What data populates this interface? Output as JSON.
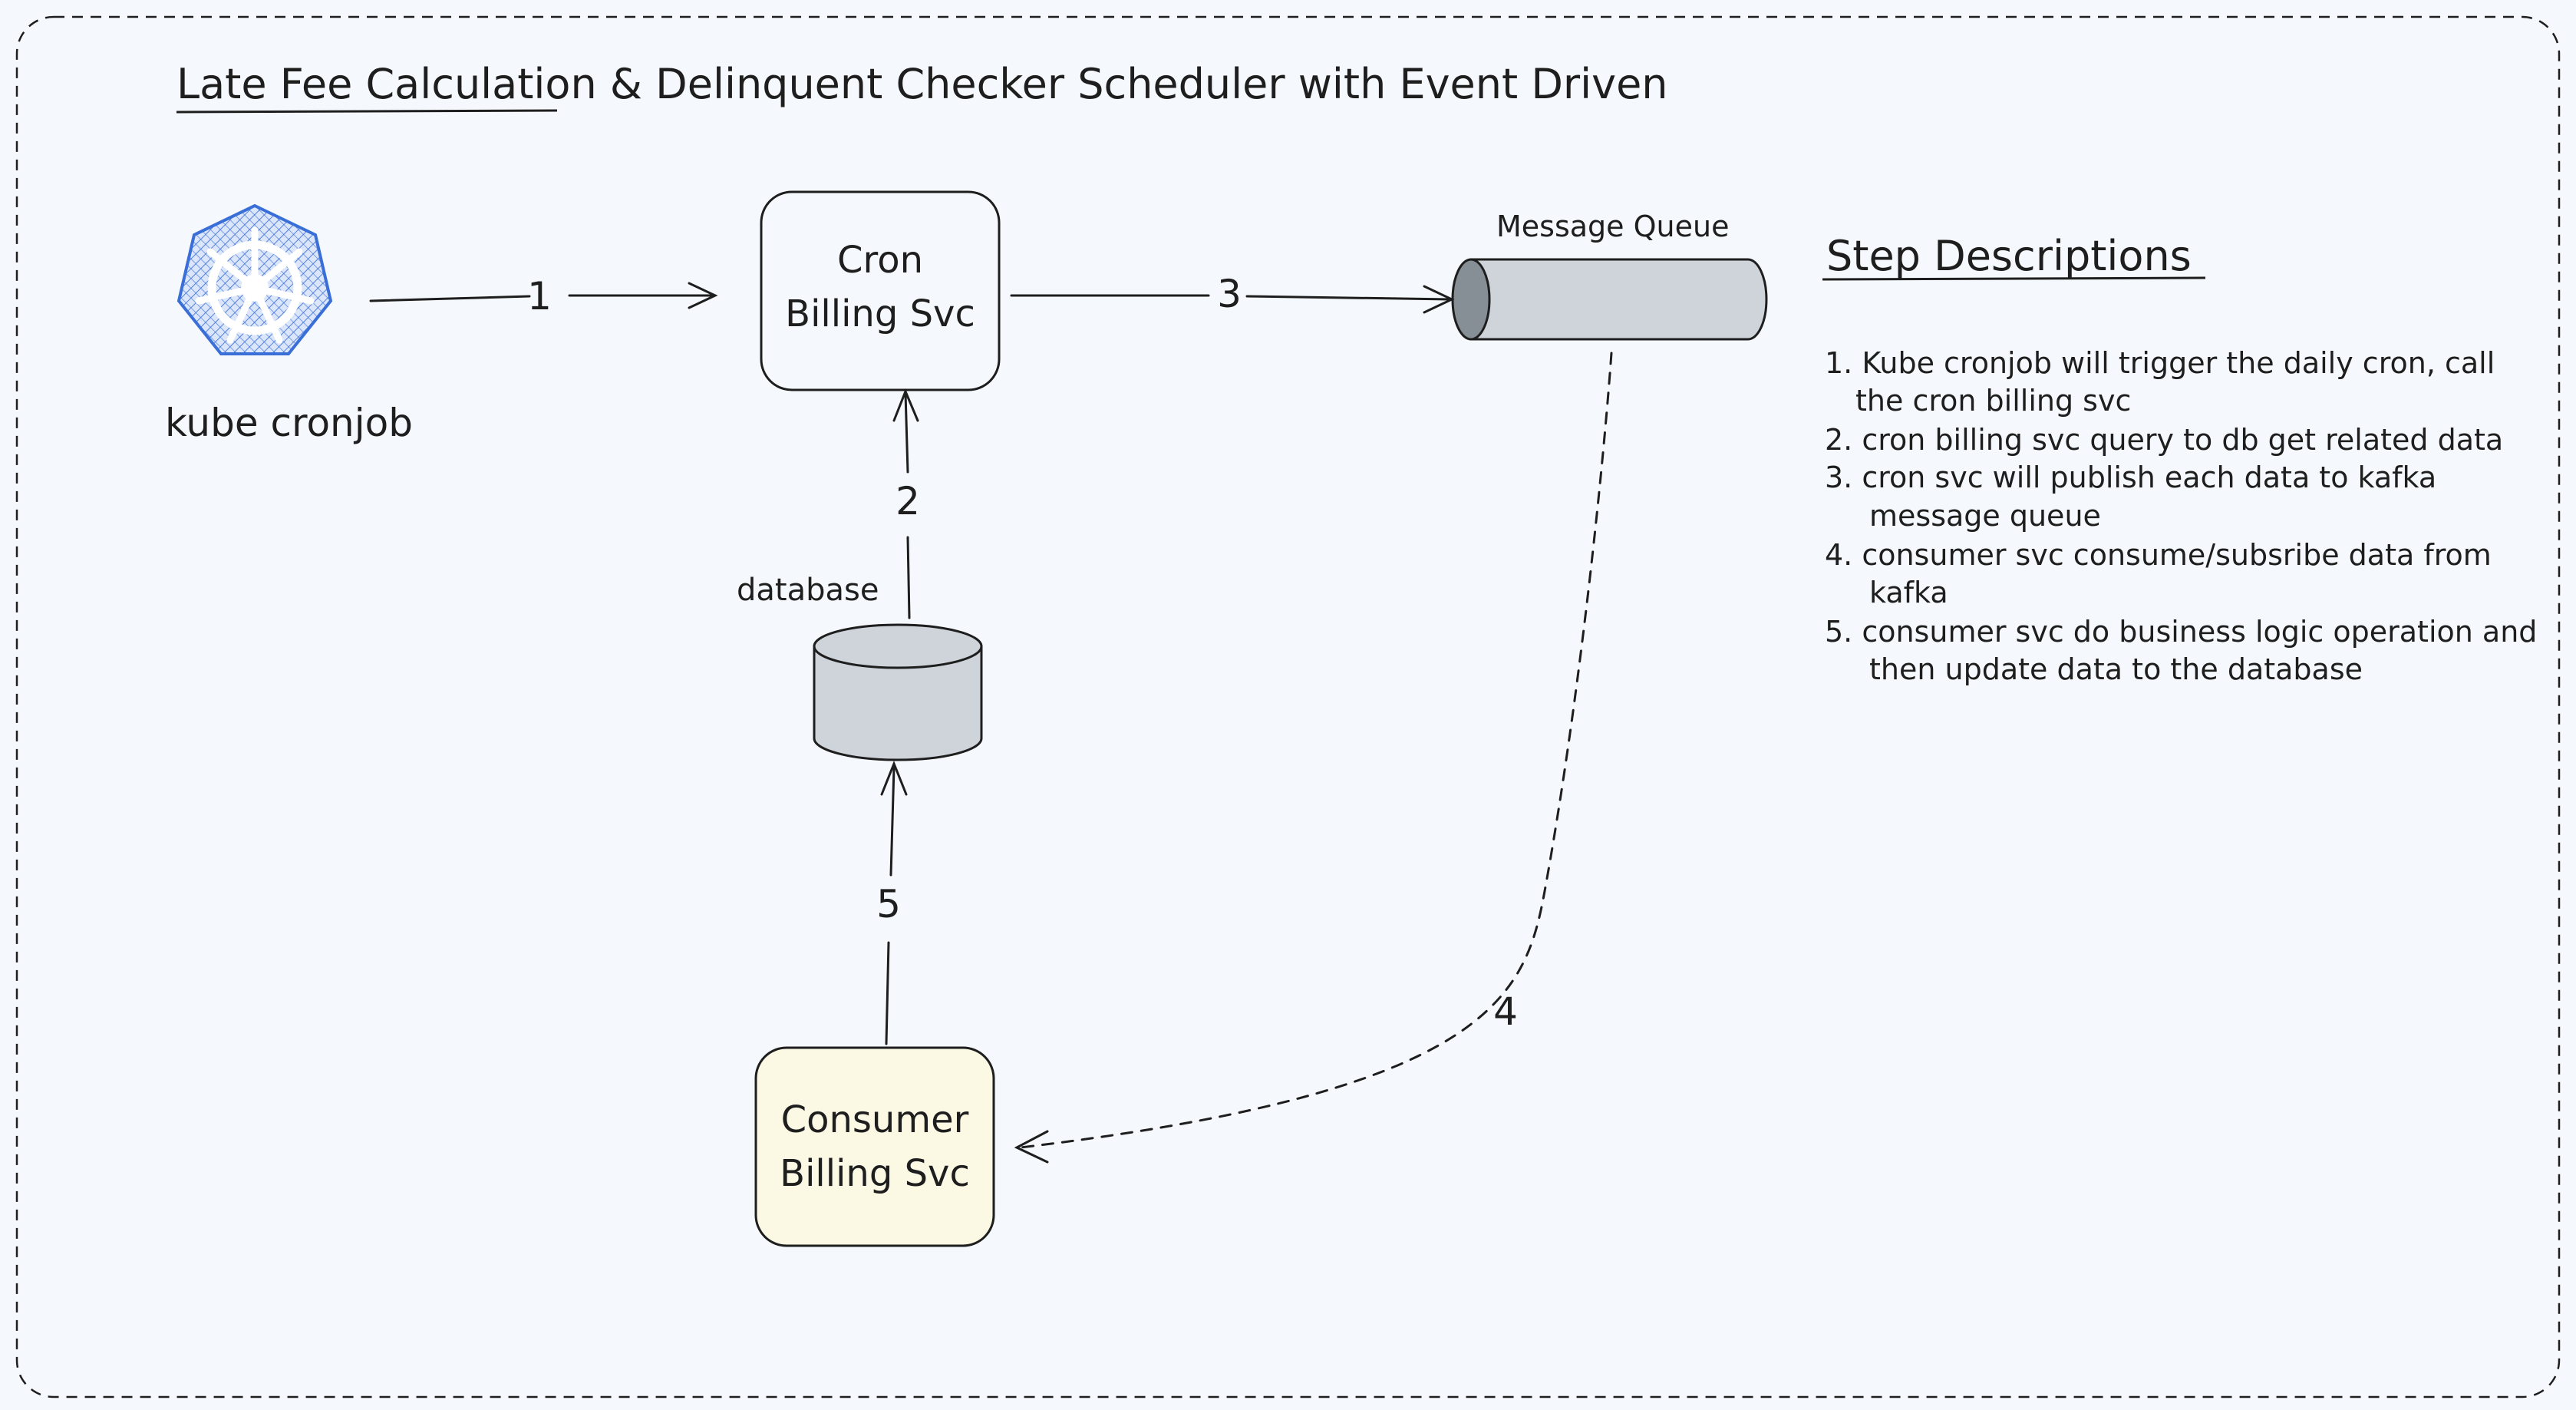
{
  "title": "Late Fee Calculation & Delinquent Checker Scheduler with Event Driven",
  "nodes": {
    "kube": {
      "label": "kube cronjob",
      "icon": "kubernetes-helm-icon"
    },
    "cron": {
      "line1": "Cron",
      "line2": "Billing Svc"
    },
    "queue": {
      "label": "Message Queue"
    },
    "database": {
      "label": "database"
    },
    "consumer": {
      "line1": "Consumer",
      "line2": "Billing Svc"
    }
  },
  "edges": {
    "e1": "1",
    "e2": "2",
    "e3": "3",
    "e4": "4",
    "e5": "5"
  },
  "steps": {
    "heading": "Step Descriptions",
    "lines": [
      "1. Kube cronjob will trigger the daily cron, call",
      "the cron billing svc",
      "2. cron billing svc query to db get related data",
      "3. cron svc will publish each data to kafka",
      "message queue",
      "4. consumer svc consume/subsribe data from",
      "kafka",
      "5. consumer svc do business logic operation and",
      "then update data to the database"
    ]
  },
  "colors": {
    "background": "#f5f9fd",
    "stroke": "#1e1e1e",
    "kube_blue": "#3a6fd8",
    "cylinder_fill": "#ced4da",
    "cylinder_cap": "#868e96",
    "consumer_fill": "#fbf8e4"
  }
}
